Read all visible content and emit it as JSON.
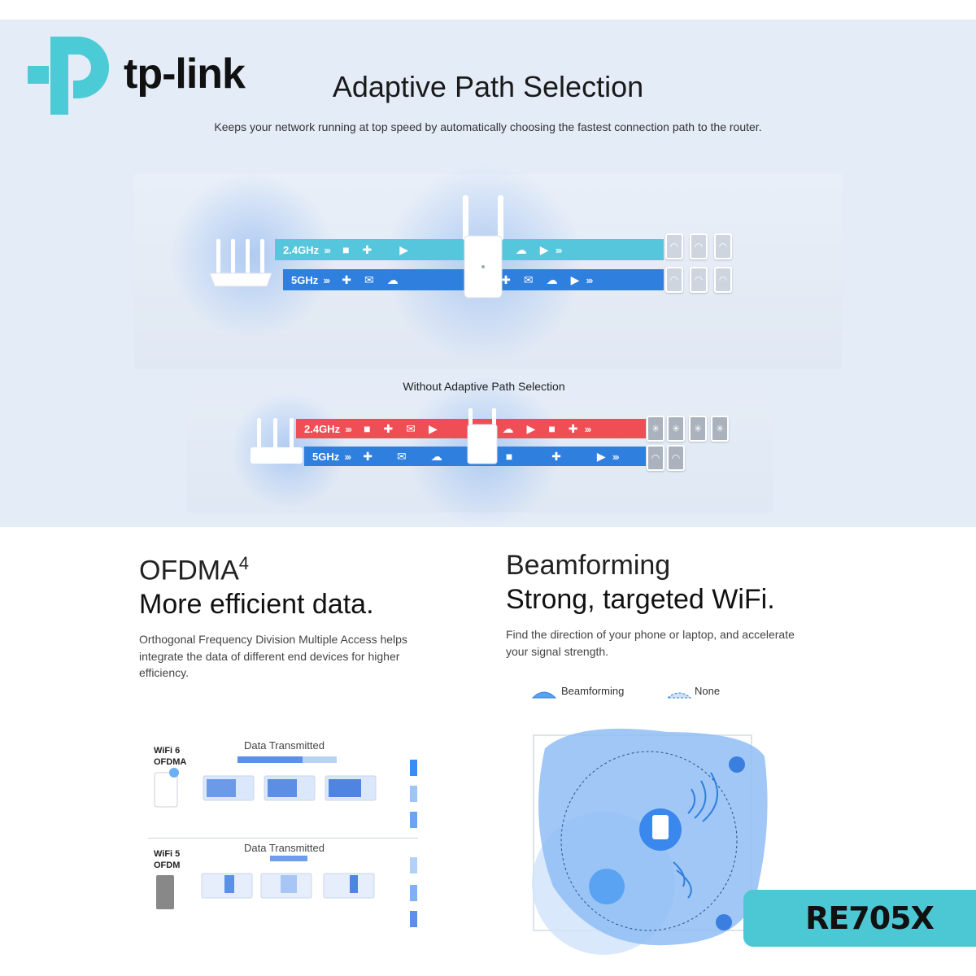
{
  "brand": {
    "name": "tp-link",
    "accent": "#4acbd6"
  },
  "hero": {
    "title": "Adaptive Path Selection",
    "subtitle": "Keeps your network running at top speed by automatically choosing the fastest connection path to the router.",
    "with_lanes": [
      {
        "label": "2.4GHz",
        "color": "#56c6dd"
      },
      {
        "label": "5GHz",
        "color": "#2f7fde"
      }
    ],
    "without_title": "Without Adaptive Path Selection",
    "without_lanes": [
      {
        "label": "2.4GHz",
        "color": "#ef4e55"
      },
      {
        "label": "5GHz",
        "color": "#2f7fde"
      }
    ],
    "icons": [
      "video-icon",
      "gamepad-icon",
      "mail-icon",
      "cloud-icon",
      "play-icon",
      "wifi-icon",
      "loading-icon"
    ]
  },
  "ofdma": {
    "title": "OFDMA",
    "superscript": "4",
    "headline": "More efficient data.",
    "description": "Orthogonal Frequency Division Multiple Access helps integrate the data of different end devices for higher efficiency.",
    "wifi6": {
      "line1": "WiFi 6",
      "line2": "OFDMA",
      "caption": "Data Transmitted"
    },
    "wifi5": {
      "line1": "WiFi 5",
      "line2": "OFDM",
      "caption": "Data Transmitted"
    }
  },
  "beamforming": {
    "title": "Beamforming",
    "headline": "Strong, targeted WiFi.",
    "description": "Find the direction of your phone or laptop, and accelerate your signal strength.",
    "legend": [
      {
        "label": "Beamforming"
      },
      {
        "label": "None"
      }
    ]
  },
  "badge": {
    "model": "RE705X",
    "color": "#4cc8d4"
  }
}
